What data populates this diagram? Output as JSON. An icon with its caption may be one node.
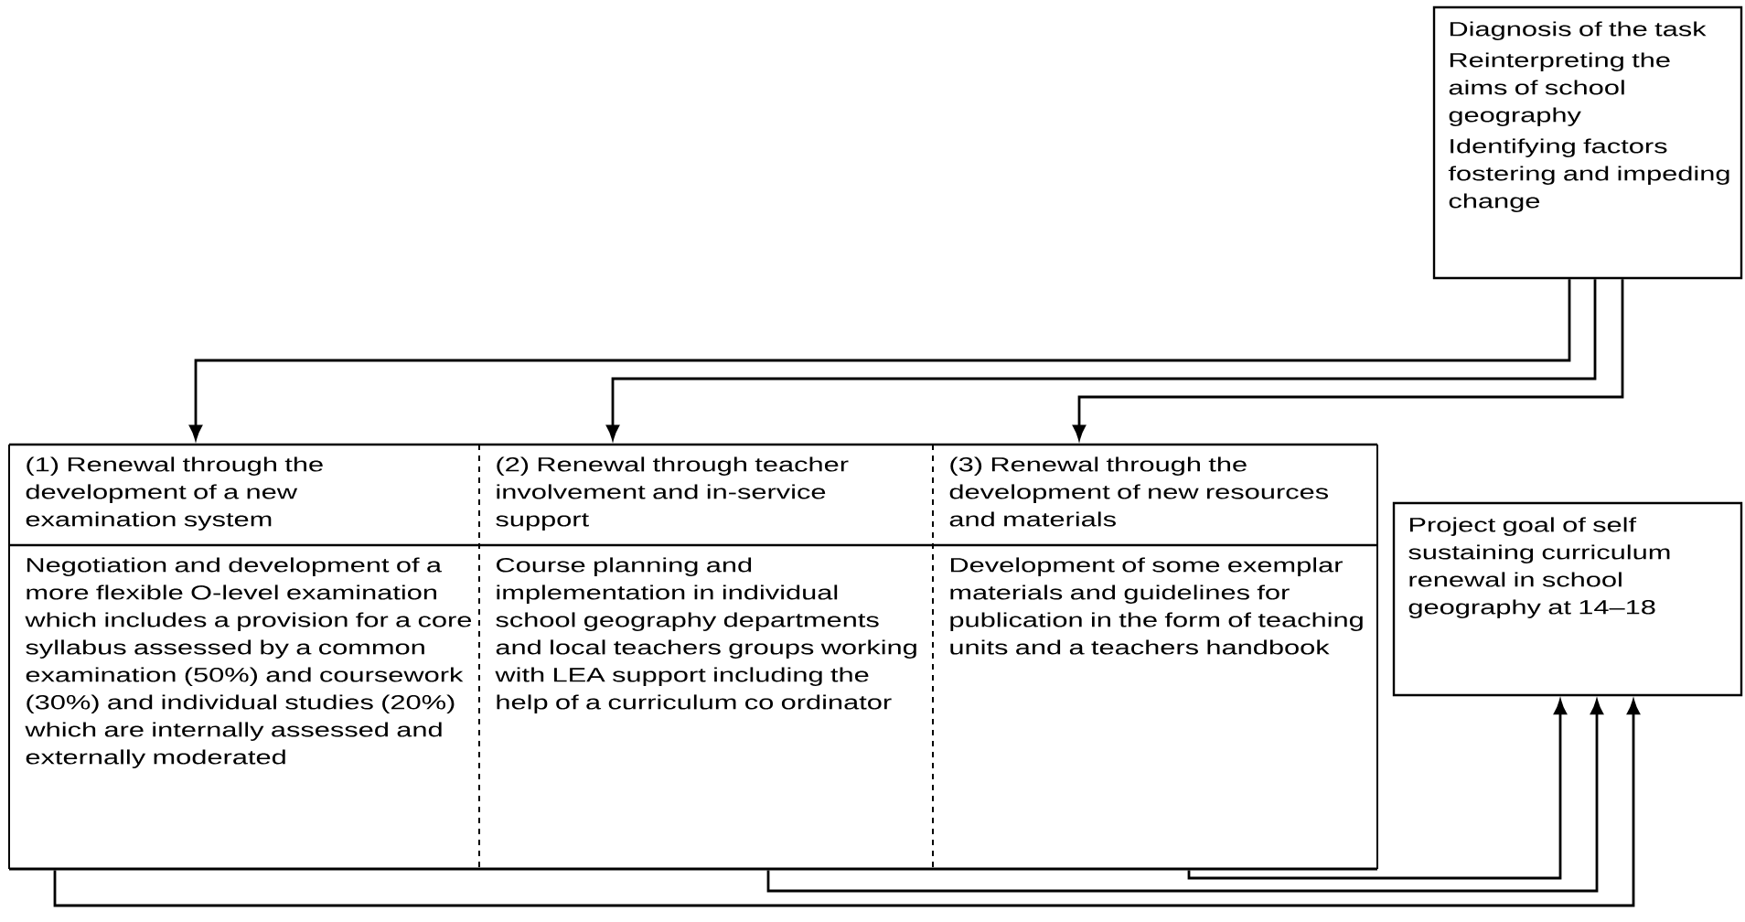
{
  "diagram": {
    "nodes": [
      {
        "text": [
          "Diagnosis of the task",
          "Reinterpreting the aims of school geography",
          "Identifying factors fostering and impeding change"
        ]
      },
      {
        "text": [
          "(1) Renewal through the development of a new examination system",
          "Negotiation and development of a more flexible O-level examination which includes a provision for a core syllabus assessed by a common examination (50%) and coursework (30%) and individual studies (20%) which are internally assessed and externally moderated"
        ]
      },
      {
        "text": [
          "(2) Renewal through teacher involvement and in-service support",
          "Course planning and implementation in individual school geography departments and local teachers groups working with LEA support including the help of a curriculum co ordinator"
        ]
      },
      {
        "text": [
          "(3) Renewal through the development of new resources and materials",
          "Development of some exemplar materials and guidelines for publication in the form of teaching units and a teachers handbook"
        ]
      },
      {
        "text": [
          "Project goal of self sustaining curriculum renewal in school geography at 14–18"
        ]
      }
    ],
    "edges": [
      {
        "from": 0,
        "to": 1,
        "arrow": "to"
      },
      {
        "from": 0,
        "to": 2,
        "arrow": "to"
      },
      {
        "from": 0,
        "to": 3,
        "arrow": "to"
      },
      {
        "from": 1,
        "to": 4,
        "arrow": "to"
      },
      {
        "from": 2,
        "to": 4,
        "arrow": "to"
      },
      {
        "from": 3,
        "to": 4,
        "arrow": "to"
      }
    ]
  }
}
